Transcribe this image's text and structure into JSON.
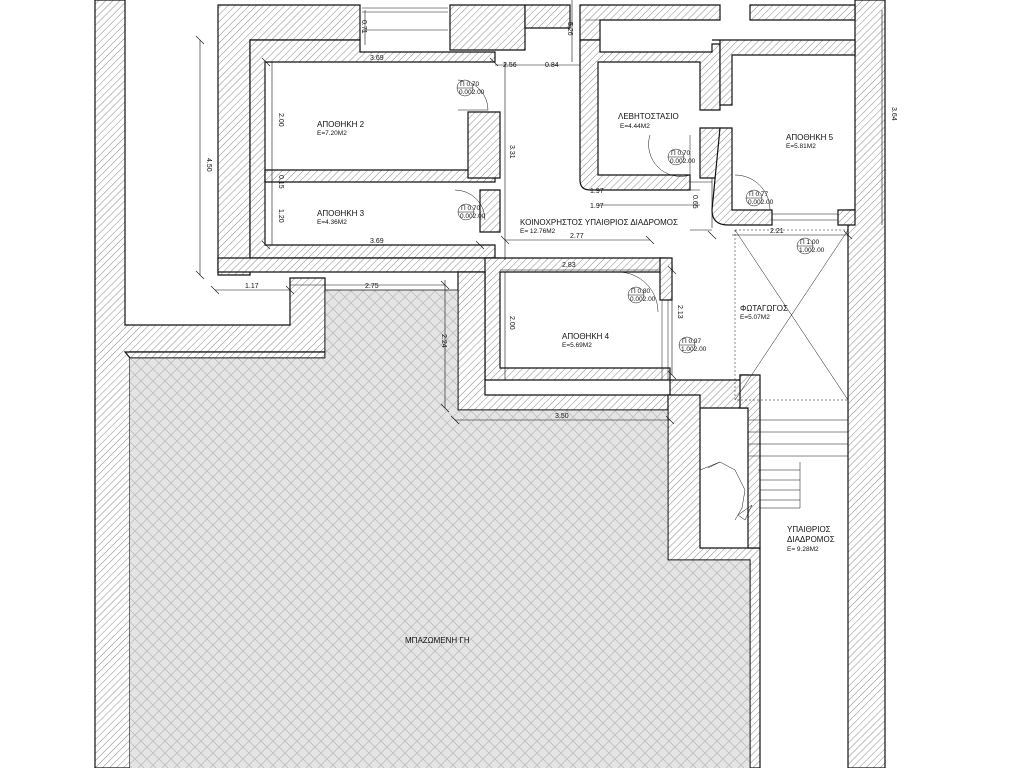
{
  "rooms": {
    "storage2": {
      "name": "ΑΠΟΘΗΚΗ 2",
      "area": "Ε=7.20Μ2"
    },
    "storage3": {
      "name": "ΑΠΟΘΗΚΗ 3",
      "area": "Ε=4.36Μ2"
    },
    "boiler": {
      "name": "ΛΕΒΗΤΟΣΤΑΣΙΟ",
      "area": "Ε=4.44Μ2"
    },
    "storage5": {
      "name": "ΑΠΟΘΗΚΗ 5",
      "area": "Ε=5.81Μ2"
    },
    "corridor": {
      "name": "ΚΟΙΝΟΧΡΗΣΤΟΣ ΥΠΑΙΘΡΙΟΣ ΔΙΑΔΡΟΜΟΣ",
      "area": "Ε= 12.76Μ2"
    },
    "storage4": {
      "name": "ΑΠΟΘΗΚΗ 4",
      "area": "Ε=5.69Μ2"
    },
    "lightwell": {
      "name": "ΦΩΤΑΓΩΓΟΣ",
      "area": "Ε=5.07Μ2"
    },
    "outdoor_line1": "ΥΠΑΙΘΡΙΟΣ",
    "outdoor_line2": "ΔΙΑΔΡΟΜΟΣ",
    "outdoor_area": "Ε= 9.28Μ2",
    "filled": {
      "name": "ΜΠΑΖΩΜΕΝΗ ΓΗ"
    }
  },
  "dimensions": {
    "d369a": "3.69",
    "d369b": "3.69",
    "d256": "2.56",
    "d084": "0.84",
    "d450": "4.50",
    "d200a": "2.00",
    "d120": "1.20",
    "d015": "0.15",
    "d071": "0.71",
    "d526": "5.26",
    "d331": "3.31",
    "d197a": "1.97",
    "d197b": "1.97",
    "d065": "0.65",
    "d221": "2.21",
    "d364": "3.64",
    "d277": "2.77",
    "d283": "2.83",
    "d213": "2.13",
    "d200b": "2.00",
    "d117": "1.17",
    "d275": "2.75",
    "d224": "2.24",
    "d350": "3.50"
  },
  "doors": {
    "d1_top": "Π  0.70",
    "d1_bot": "0.002.00",
    "d2_top": "Π  0.70",
    "d2_bot": "0.002.00",
    "d3_top": "Π  0.70",
    "d3_bot": "0.002.00",
    "d4_top": "Π  0.77",
    "d4_bot": "0.002.00",
    "d5_top": "Π  1.00",
    "d5_bot": "1.002.00",
    "d6_top": "Π  0.80",
    "d6_bot": "0.002.00",
    "d7_top": "Π  0.97",
    "d7_bot": "1.002.00"
  }
}
